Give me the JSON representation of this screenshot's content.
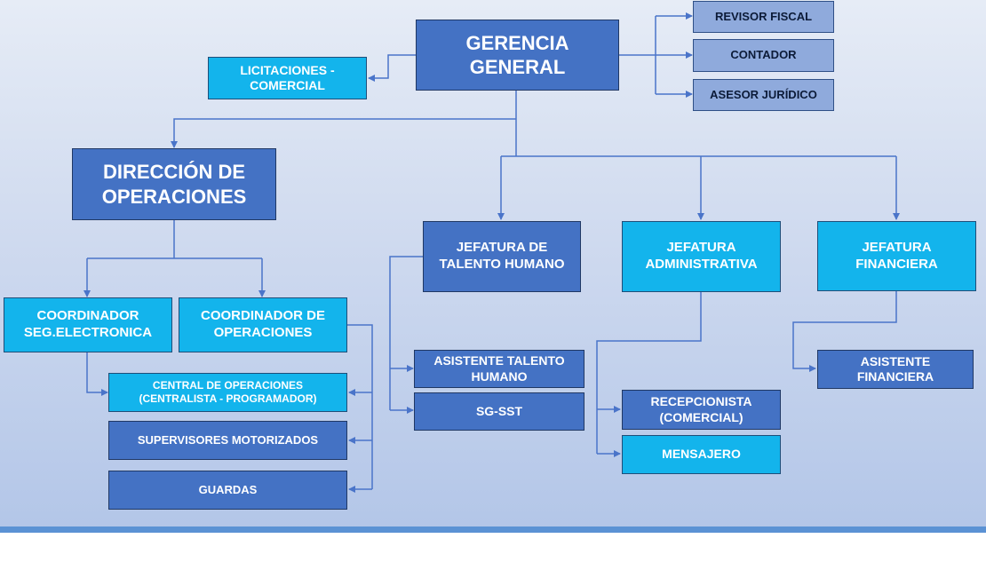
{
  "nodes": {
    "gerencia_general": "GERENCIA GENERAL",
    "revisor_fiscal": "REVISOR FISCAL",
    "contador": "CONTADOR",
    "asesor_juridico": "ASESOR JURÍDICO",
    "licitaciones": "LICITACIONES - COMERCIAL",
    "direccion_operaciones": "DIRECCIÓN DE OPERACIONES",
    "jefatura_talento": "JEFATURA DE TALENTO HUMANO",
    "jefatura_administrativa": "JEFATURA ADMINISTRATIVA",
    "jefatura_financiera": "JEFATURA FINANCIERA",
    "coord_seg_electronica": "COORDINADOR SEG.ELECTRONICA",
    "coord_operaciones": "COORDINADOR DE OPERACIONES",
    "central_operaciones": "CENTRAL DE OPERACIONES (CENTRALISTA - PROGRAMADOR)",
    "supervisores": "SUPERVISORES MOTORIZADOS",
    "guardas": "GUARDAS",
    "asistente_talento": "ASISTENTE TALENTO HUMANO",
    "sg_sst": "SG-SST",
    "recepcionista": "RECEPCIONISTA (COMERCIAL)",
    "mensajero": "MENSAJERO",
    "asistente_financiera": "ASISTENTE FINANCIERA"
  },
  "colors": {
    "primary_box": "#4472c4",
    "accent_box": "#13b4ec",
    "light_box": "#8faadc",
    "connector": "#4a74c9",
    "bottom_rule": "#5b92d4"
  }
}
